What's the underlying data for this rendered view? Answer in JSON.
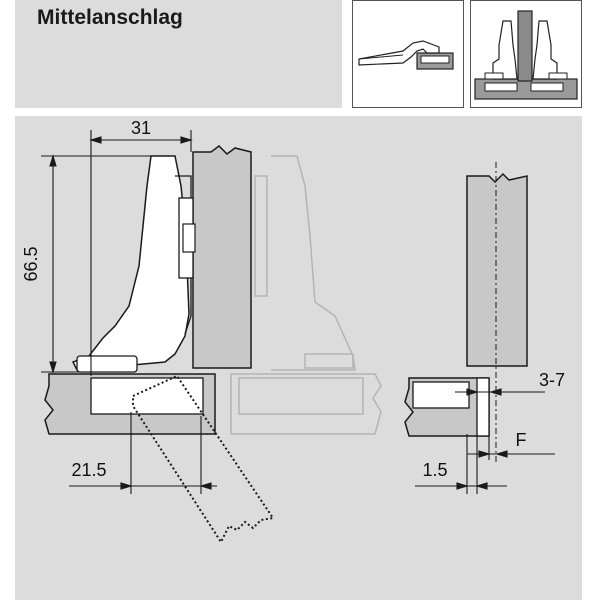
{
  "title": "Mittelanschlag",
  "dimensions": {
    "width": "31",
    "height": "66.5",
    "drill_distance": "21.5",
    "overlay": "3-7",
    "gap": "F",
    "min": "1.5"
  },
  "colors": {
    "panel_bg": "#dcdcdc",
    "part_fill": "#ffffff",
    "cabinet_fill": "#c8c8c8",
    "line": "#1a1a1a",
    "ghost_line": "#b4b4b4"
  }
}
